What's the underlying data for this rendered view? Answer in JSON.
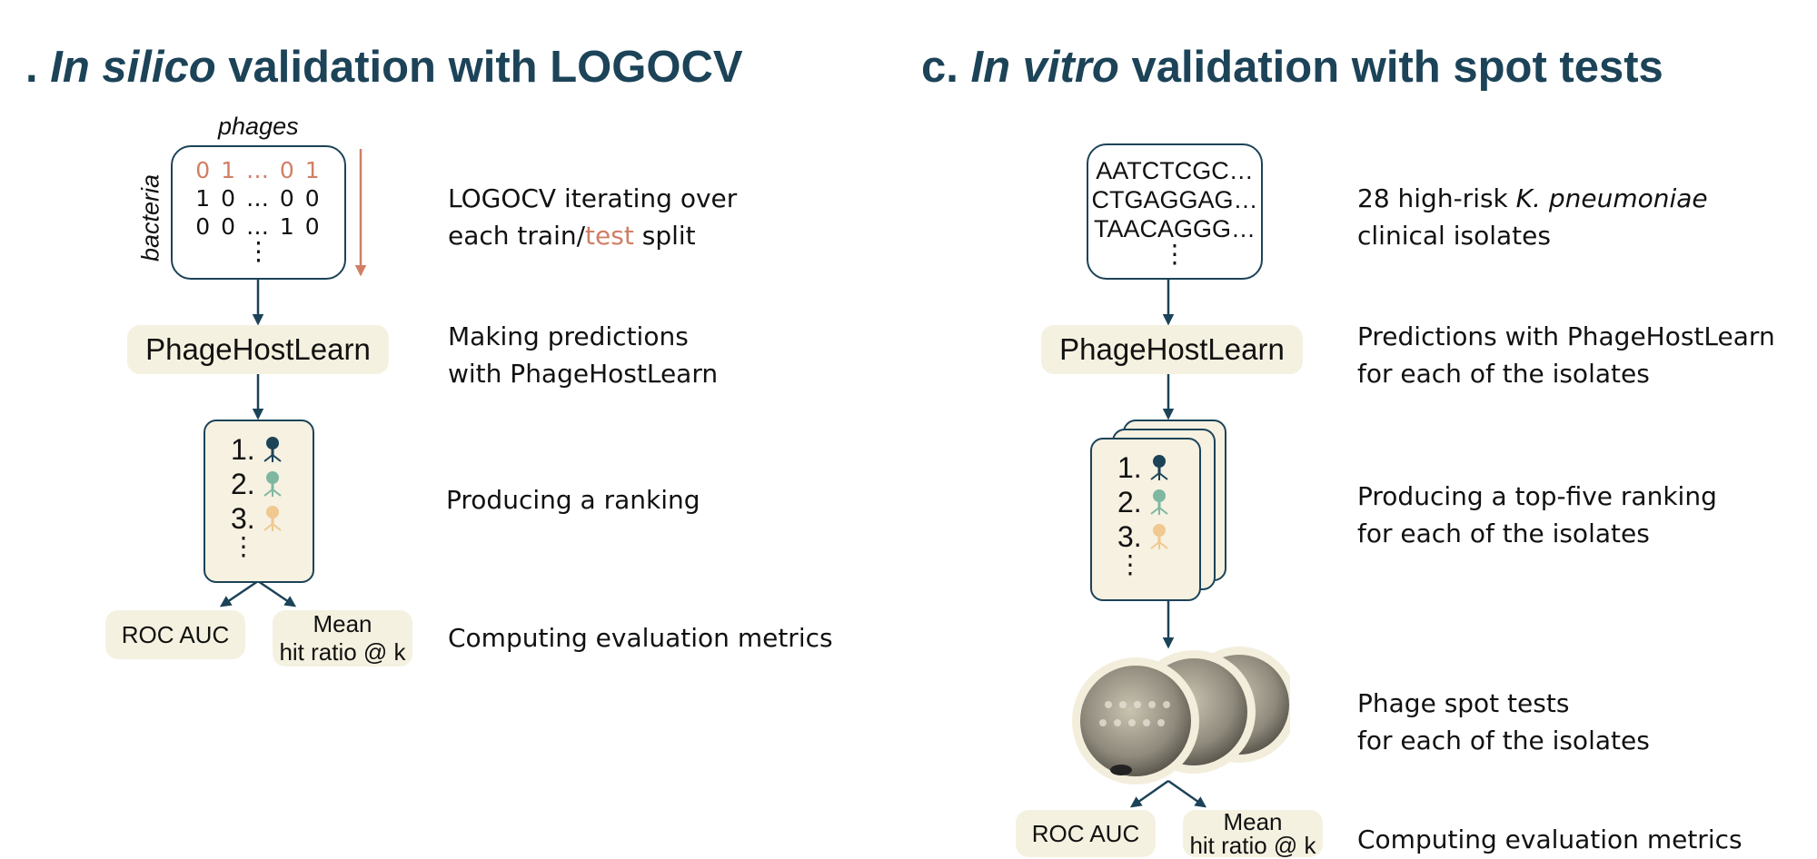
{
  "panel_b": {
    "title_prefix": ". ",
    "title_italic": "In silico",
    "title_rest": " validation with LOGOCV",
    "matrix_col_label": "phages",
    "matrix_row_label": "bacteria",
    "matrix_rows": [
      "0 1 … 0 1",
      "1 0 … 0 0",
      "0 0 … 1 0"
    ],
    "matrix_more": "⋮",
    "model_label": "PhageHostLearn",
    "ranking": [
      "1.",
      "2.",
      "3."
    ],
    "ranking_more": "⋮",
    "metric_1": "ROC AUC",
    "metric_2_line1": "Mean",
    "metric_2_line2": "hit ratio @ k",
    "desc_1_line1": "LOGOCV iterating over",
    "desc_1_line2_a": "each train/",
    "desc_1_line2_hl": "test",
    "desc_1_line2_b": " split",
    "desc_2_line1": "Making predictions",
    "desc_2_line2": "with PhageHostLearn",
    "desc_3": "Producing a ranking",
    "desc_4": "Computing evaluation metrics"
  },
  "panel_c": {
    "title_prefix": "c. ",
    "title_italic": "In vitro",
    "title_rest": " validation with spot tests",
    "sequences": [
      "AATCTCGC…",
      "CTGAGGAG…",
      "TAACAGGG…"
    ],
    "sequences_more": "⋮",
    "model_label": "PhageHostLearn",
    "ranking": [
      "1.",
      "2.",
      "3."
    ],
    "ranking_more": "⋮",
    "metric_1": "ROC AUC",
    "metric_2_line1": "Mean",
    "metric_2_line2": "hit ratio @ k",
    "desc_1_line1_a": "28 high-risk ",
    "desc_1_line1_i": "K. pneumoniae",
    "desc_1_line2": "clinical isolates",
    "desc_2_line1": "Predictions with PhageHostLearn",
    "desc_2_line2": "for each of the isolates",
    "desc_3_line1": "Producing a top-five ranking",
    "desc_3_line2": "for each of the isolates",
    "desc_4_line1": "Phage spot tests",
    "desc_4_line2": "for each of the isolates",
    "desc_5": "Computing evaluation metrics"
  },
  "colors": {
    "navy": "#1c4358",
    "accent": "#d07f66",
    "card": "#f5f1e0",
    "phage_1": "#1c4358",
    "phage_2": "#7fb7a0",
    "phage_3": "#f0c890"
  },
  "icons": {
    "phage": "phage-icon",
    "plate": "petri-dish-photo"
  }
}
